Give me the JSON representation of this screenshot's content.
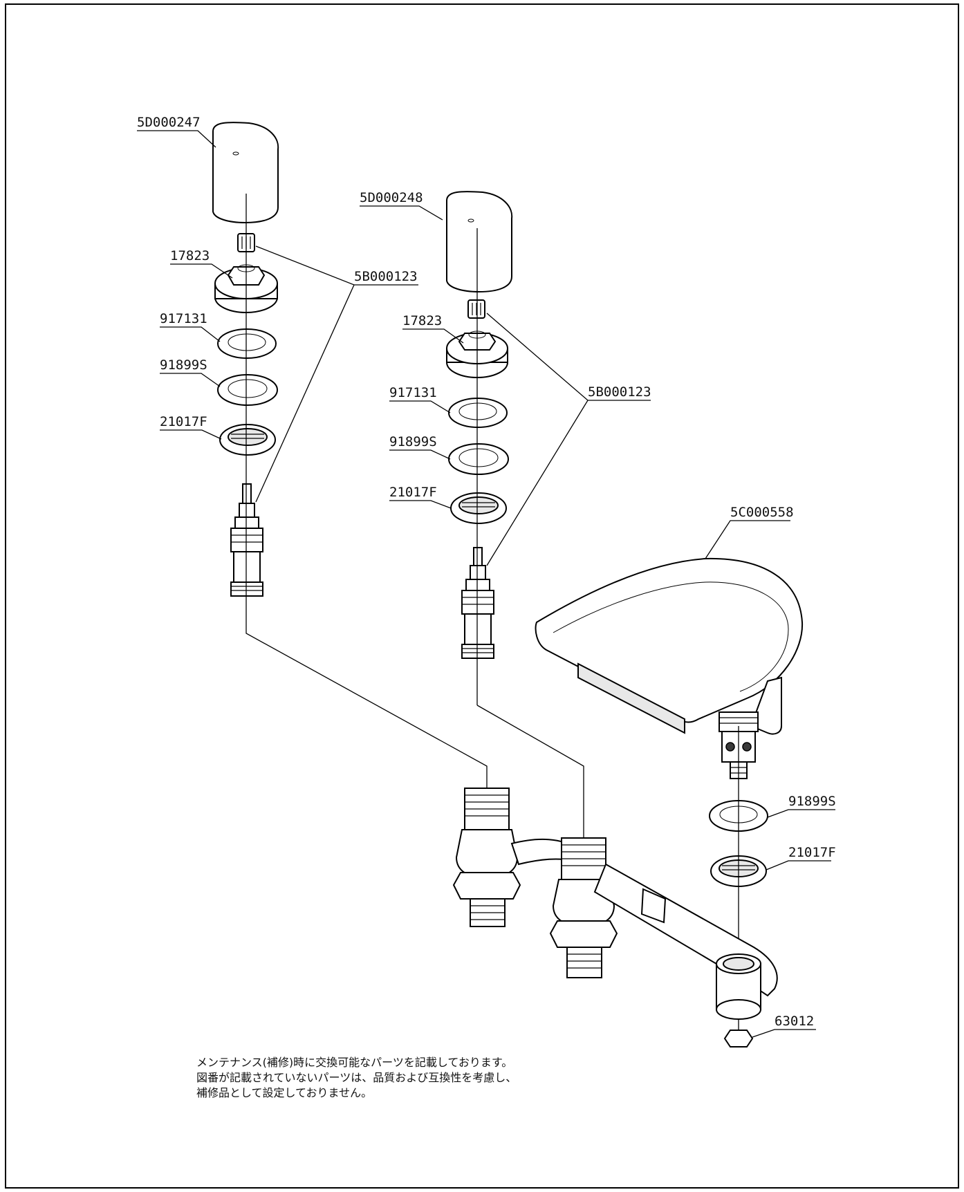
{
  "labels": {
    "handle_left": "5D000247",
    "handle_right": "5D000248",
    "screw_left": "5B000123",
    "screw_right": "5B000123",
    "nut_left": "17823",
    "nut_right": "17823",
    "washer1_left": "917131",
    "washer1_right": "917131",
    "washer2_left": "91899S",
    "washer2_right": "91899S",
    "ring_left": "21017F",
    "ring_right": "21017F",
    "spout": "5C000558",
    "spout_washer": "91899S",
    "spout_ring": "21017F",
    "bottom_nut": "63012"
  },
  "note": {
    "line1": "メンテナンス(補修)時に交換可能なパーツを記載しております。",
    "line2": "図番が記載されていないパーツは、品質および互換性を考慮し、",
    "line3": "補修品として設定しておりません。"
  }
}
